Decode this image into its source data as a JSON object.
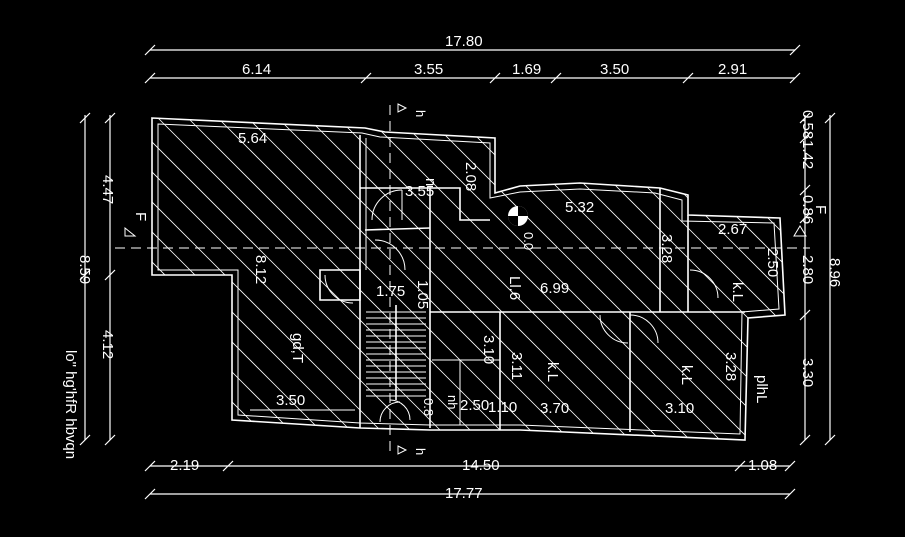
{
  "top_dimensions": {
    "overall": "17.80",
    "segments": [
      "6.14",
      "3.55",
      "1.69",
      "3.50",
      "2.91"
    ]
  },
  "bottom_dimensions": {
    "segments": [
      "2.19",
      "14.50",
      "1.08"
    ],
    "overall": "17.77"
  },
  "left_dimensions": {
    "segments": [
      "4.47",
      "4.12"
    ],
    "overall": "8.59"
  },
  "right_dimensions": {
    "segments": [
      "0.58",
      "1.42",
      "0.86",
      "2.80",
      "3.30"
    ],
    "overall": "8.96"
  },
  "room_labels": {
    "living_width": "5.64",
    "living_depth": "8.12",
    "living_bottom": "3.50",
    "living_name": "gd,T",
    "wc_width": "3.55",
    "wc_depth": "2.08",
    "hall_width": "5.32",
    "hall_depth": "3.28",
    "hall_name": "0.0",
    "right_room_width": "2.67",
    "right_room_depth": "2.50",
    "right_room_name": "k.L",
    "corridor_width": "6.99",
    "corridor_name": "Ll.6",
    "stair_width": "1.75",
    "stair_label": "1.05",
    "bed1_name": "k.L",
    "bed1_depth": "3.11",
    "bed1_width": "3.70",
    "bed2_name": "k.L",
    "bed2_width": "3.10",
    "bed2_depth": "3.28",
    "bath_small": "3.10",
    "bath_small_b": "2.50",
    "bath_small_c": "1.10",
    "bath_small_d": "0.8",
    "bath_name": "nh",
    "plhl": "plhL",
    "wc_name": "n"
  },
  "section_marks": {
    "top": "h",
    "bottom": "h",
    "left": "F",
    "right": "F"
  },
  "title_text": {
    "line1": "lo\" hg'hfR hbvqn"
  }
}
